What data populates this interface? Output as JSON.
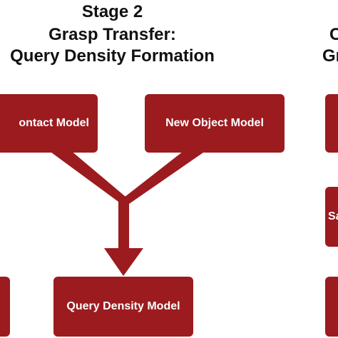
{
  "title": {
    "line1": "Stage 2",
    "line2": "Grasp Transfer:",
    "line3": "Query Density Formation"
  },
  "next_stage_title": {
    "line1": "C",
    "line2": "Gr"
  },
  "boxes": {
    "contact_model": "ontact Model",
    "new_object_model": "New Object Model",
    "query_density_model": "Query Density Model",
    "right_mid_fragment": "Sa"
  },
  "colors": {
    "box_fill": "#9b1b1f",
    "box_text": "#ffffff",
    "title_text": "#111111"
  }
}
